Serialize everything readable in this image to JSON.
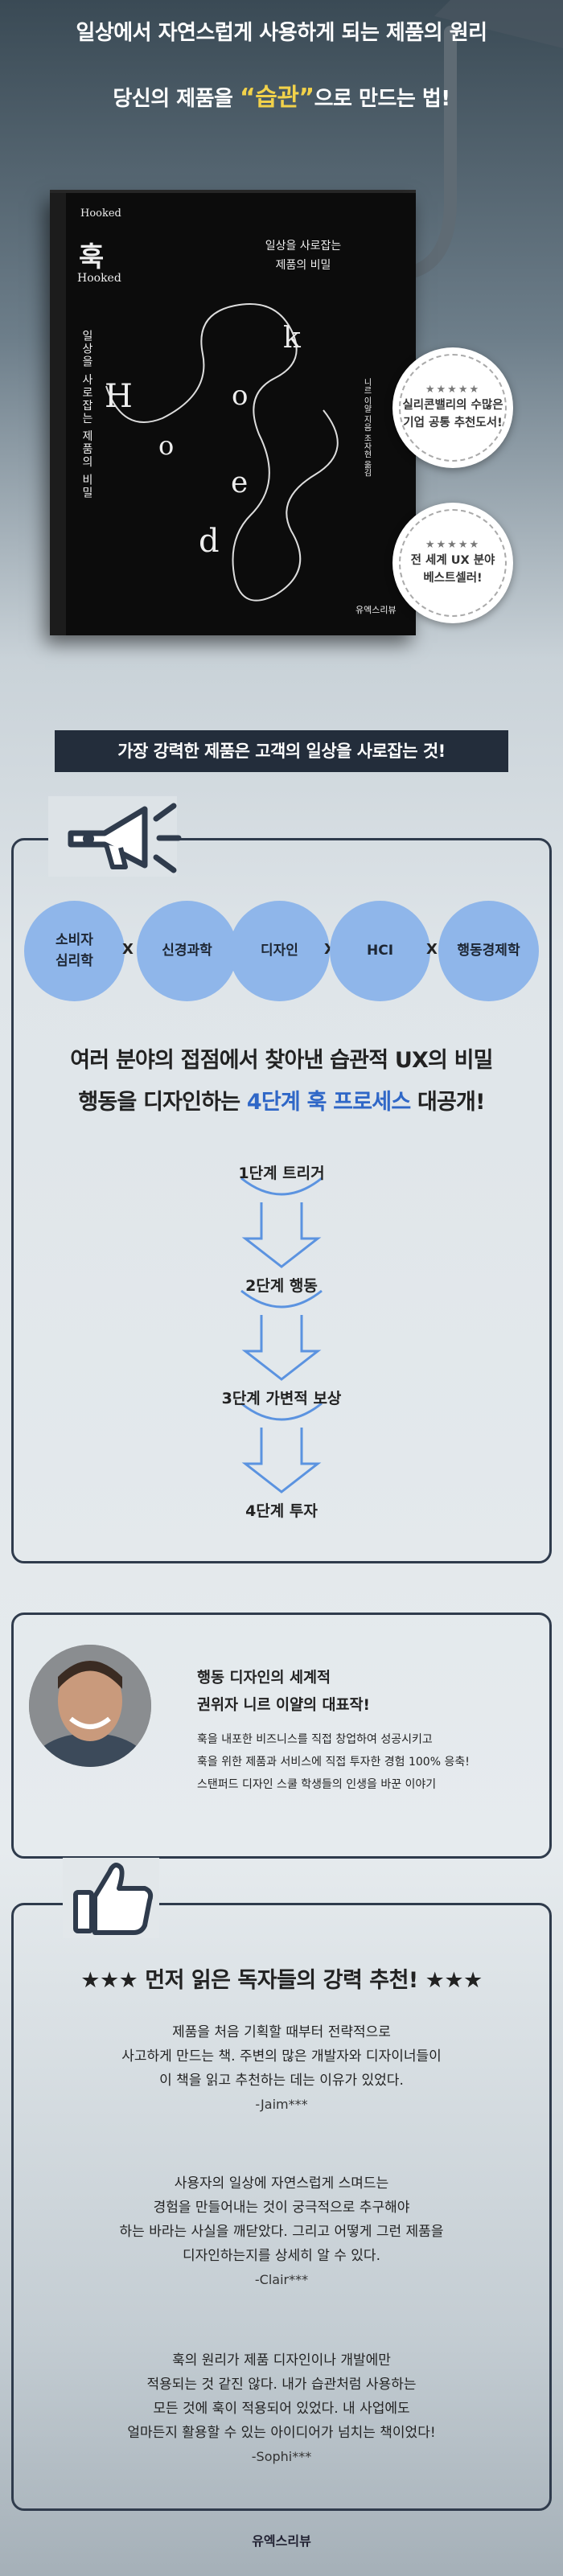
{
  "hero": {
    "line1": "일상에서 자연스럽게 사용하게 되는 제품의 원리",
    "line2_before": "당신의 제품을 ",
    "line2_highlight": "“습관”",
    "line2_after": "으로 만드는 법!"
  },
  "book": {
    "hooked_small": "Hooked",
    "title_ko": "훅",
    "title_en": "Hooked",
    "subtitle_line1": "일상을 사로잡는",
    "subtitle_line2": "제품의 비밀",
    "letters": [
      "H",
      "o",
      "o",
      "k",
      "e",
      "d"
    ],
    "spine_text": "일상을 사로잡는 제품의 비밀",
    "author_line1": "니르 이얄 지음",
    "author_line2": "조자현 옮김",
    "publisher": "유엑스리뷰"
  },
  "badges": [
    {
      "stars": "★★★★★",
      "line1": "실리콘밸리의 수많은",
      "line2": "기업 공통 추천도서!"
    },
    {
      "stars": "★★★★★",
      "line1": "전 세계 UX 분야",
      "line2": "베스트셀러!"
    }
  ],
  "banner": "가장 강력한 제품은 고객의 일상을 사로잡는 것!",
  "fields": {
    "items": [
      {
        "line1": "소비자",
        "line2": "심리학"
      },
      {
        "line1": "신경과학",
        "line2": ""
      },
      {
        "line1": "디자인",
        "line2": ""
      },
      {
        "line1": "HCI",
        "line2": ""
      },
      {
        "line1": "행동경제학",
        "line2": ""
      }
    ],
    "separator": "X"
  },
  "headline": {
    "line1": "여러 분야의 접점에서 찾아낸 습관적 UX의 비밀",
    "line2_before": "행동을 디자인하는 ",
    "line2_highlight": "4단계 훅 프로세스",
    "line2_after": " 대공개!"
  },
  "steps": [
    "1단계 트리거",
    "2단계 행동",
    "3단계 가변적 보상",
    "4단계 투자"
  ],
  "author": {
    "bold1": "행동 디자인의 세계적",
    "bold2": "권위자 니르 이얄의 대표작!",
    "desc1": "훅을 내포한 비즈니스를 직접 창업하여 성공시키고",
    "desc2": "훅을 위한 제품과 서비스에 직접 투자한 경험 100% 응축!",
    "desc3": "스탠퍼드 디자인 스쿨 학생들의 인생을 바꾼 이야기"
  },
  "recommend": {
    "title": "★★★ 먼저 읽은 독자들의 강력 추천! ★★★",
    "quotes": [
      {
        "lines": [
          "제품을 처음 기획할 때부터 전략적으로",
          "사고하게 만드는 책. 주변의 많은 개발자와 디자이너들이",
          "이 책을 읽고 추천하는 데는 이유가 있었다."
        ],
        "sig": "-Jaim***"
      },
      {
        "lines": [
          "사용자의 일상에 자연스럽게 스며드는",
          "경험을 만들어내는 것이 궁극적으로 추구해야",
          "하는 바라는 사실을 깨닫았다. 그리고 어떻게 그런 제품을",
          "디자인하는지를 상세히 알 수 있다."
        ],
        "sig": "-Clair***"
      },
      {
        "lines": [
          "훅의 원리가 제품 디자인이나 개발에만",
          "적용되는 것 같진 않다. 내가 습관처럼 사용하는",
          "모든 것에 훅이 적용되어 있었다. 내 사업에도",
          "얼마든지 활용할 수 있는 아이디어가 넘치는 책이었다!"
        ],
        "sig": "-Sophi***"
      }
    ]
  },
  "footer": {
    "publisher": "유엑스리뷰"
  },
  "colors": {
    "dark_navy": "#232d3b",
    "bubble_blue": "#8fb6ea",
    "highlight_yellow": "#f2d24a",
    "headline_blue": "#2f67c7"
  }
}
